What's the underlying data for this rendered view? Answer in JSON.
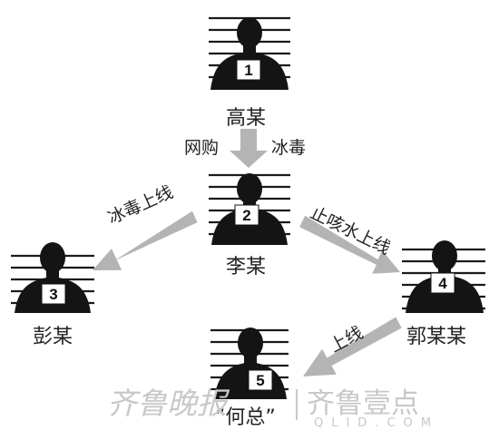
{
  "colors": {
    "silhouette": "#141414",
    "line": "#1a1a1a",
    "arrow": "#b4b4b4",
    "text": "#222222",
    "watermark": "#c8c8c8"
  },
  "people": [
    {
      "id": "gao",
      "name": "高某",
      "number": "1"
    },
    {
      "id": "li",
      "name": "李某",
      "number": "2"
    },
    {
      "id": "peng",
      "name": "彭某",
      "number": "3"
    },
    {
      "id": "guo",
      "name": "郭某某",
      "number": "4"
    },
    {
      "id": "he",
      "name": "“何总”",
      "number": "5"
    }
  ],
  "edges": {
    "gao_to_li_left": "网购",
    "gao_to_li_right": "冰毒",
    "li_to_peng": "冰毒上线",
    "li_to_guo": "止咳水上线",
    "guo_to_he": "上线"
  },
  "watermark": {
    "main": "齐鲁晚报",
    "brand": "齐鲁壹点",
    "domain": "QLID.COM"
  }
}
